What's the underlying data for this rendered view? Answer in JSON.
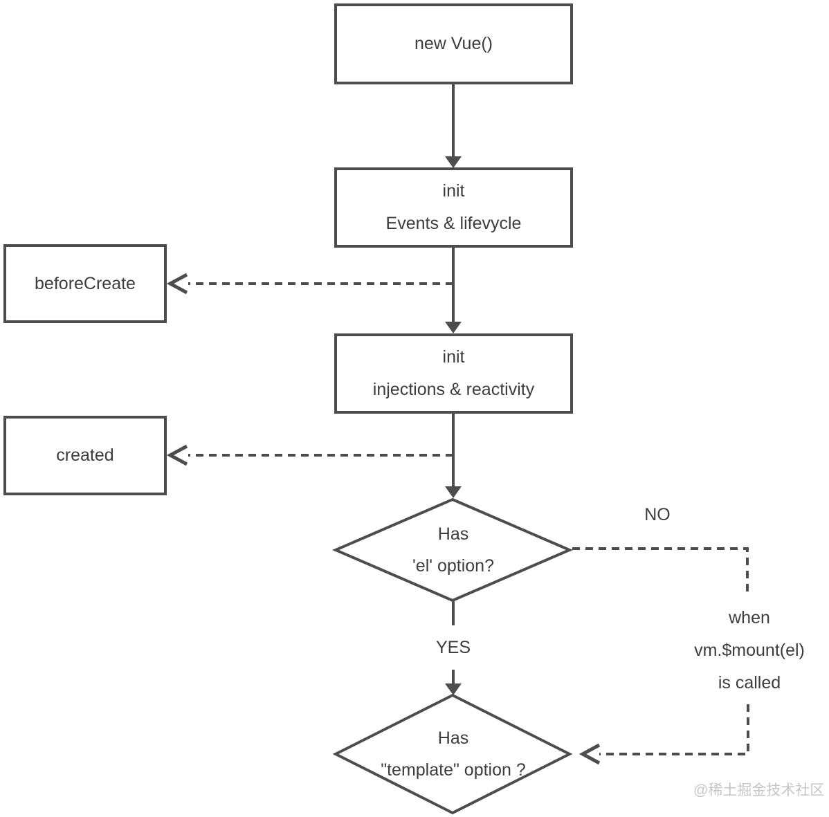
{
  "diagram": {
    "title_context": "Vue instance lifecycle flowchart",
    "nodes": {
      "new_vue": {
        "label": "new Vue()"
      },
      "init_events": {
        "line1": "init",
        "line2": "Events & lifevycle"
      },
      "before_create": {
        "label": "beforeCreate"
      },
      "init_injections": {
        "line1": "init",
        "line2": "injections & reactivity"
      },
      "created": {
        "label": "created"
      },
      "has_el": {
        "line1": "Has",
        "line2": "'el' option?"
      },
      "has_template": {
        "line1": "Has",
        "line2": "\"template\" option ?"
      }
    },
    "edge_labels": {
      "no": "NO",
      "yes": "YES",
      "mount_note_line1": "when",
      "mount_note_line2": "vm.$mount(el)",
      "mount_note_line3": "is called"
    },
    "watermark": "@稀土掘金技术社区",
    "colors": {
      "stroke": "#4d4d4f",
      "text": "#3d3d3f",
      "watermark": "#c6c6c8",
      "background": "#ffffff"
    }
  }
}
